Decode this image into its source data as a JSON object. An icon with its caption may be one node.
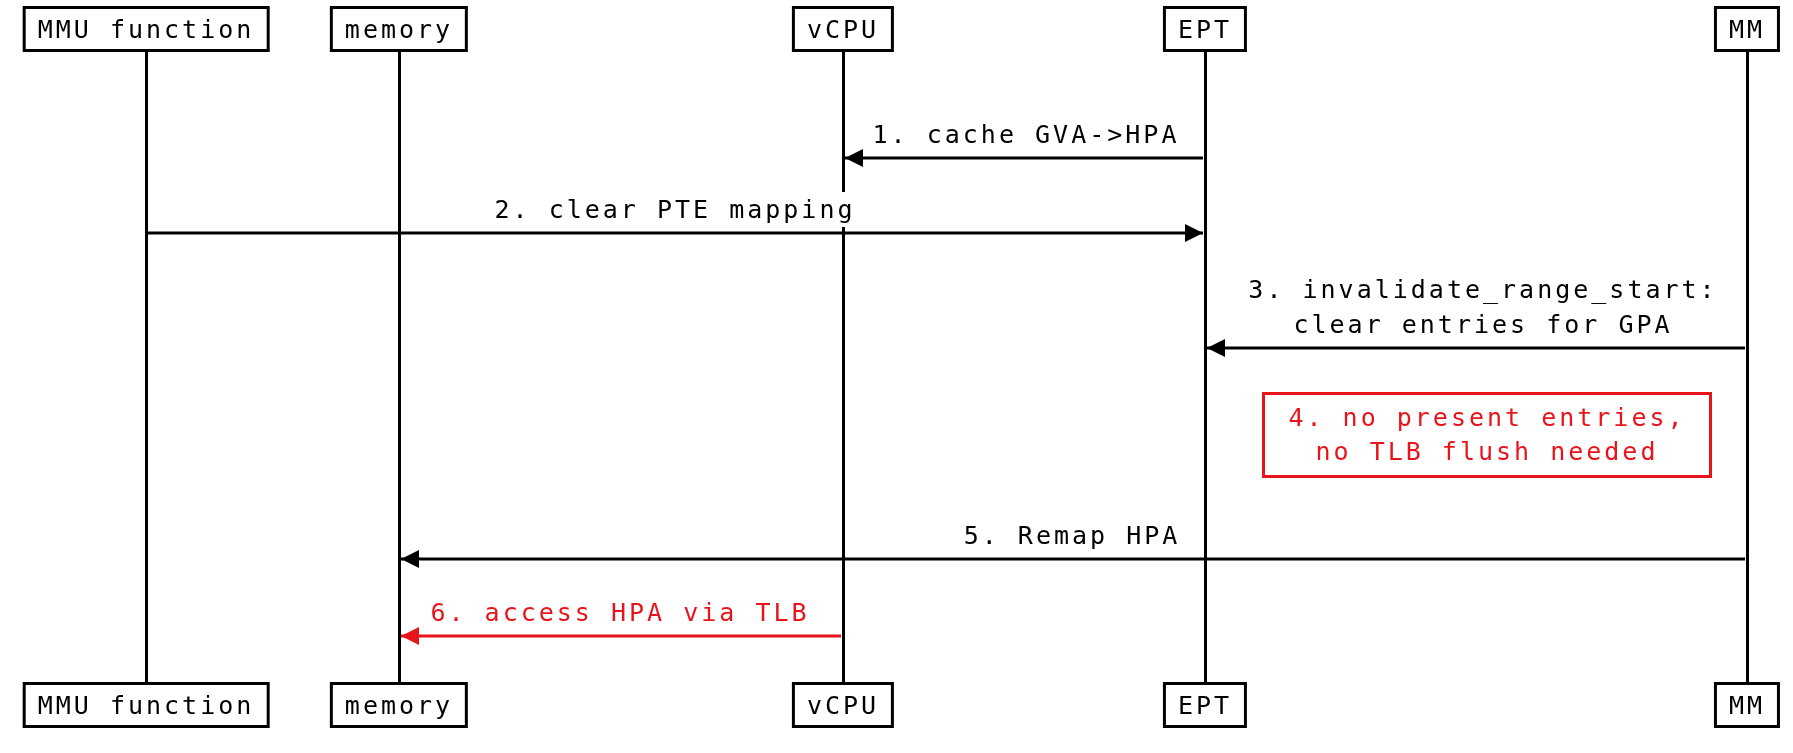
{
  "diagram": {
    "nodes": [
      {
        "text": [
          "MMU function"
        ]
      },
      {
        "text": [
          "memory"
        ]
      },
      {
        "text": [
          "vCPU"
        ]
      },
      {
        "text": [
          "EPT"
        ]
      },
      {
        "text": [
          "MM"
        ]
      },
      {
        "text": [],
        "shape": "bar"
      },
      {
        "text": [],
        "shape": "bar"
      },
      {
        "text": [],
        "shape": "bar"
      },
      {
        "text": [],
        "shape": "bar"
      },
      {
        "text": [],
        "shape": "bar"
      },
      {
        "text": [
          "4. no present entries, no TLB flush needed"
        ]
      },
      {
        "text": [
          "MMU function"
        ]
      },
      {
        "text": [
          "memory"
        ]
      },
      {
        "text": [
          "vCPU"
        ]
      },
      {
        "text": [
          "EPT"
        ]
      },
      {
        "text": [
          "MM"
        ]
      }
    ],
    "edges": [
      {
        "from": 8,
        "to": 7,
        "arrow": "to",
        "label": "1. cache GVA->HPA"
      },
      {
        "from": 5,
        "to": 8,
        "arrow": "to",
        "label": "2. clear PTE mapping"
      },
      {
        "from": 9,
        "to": 8,
        "arrow": "to",
        "label": "3. invalidate_range_start: clear entries for GPA"
      },
      {
        "from": 9,
        "to": 6,
        "arrow": "to",
        "label": "5. Remap HPA"
      },
      {
        "from": 7,
        "to": 6,
        "arrow": "to",
        "label": "6. access HPA via TLB",
        "color": "#e8141c"
      }
    ]
  }
}
